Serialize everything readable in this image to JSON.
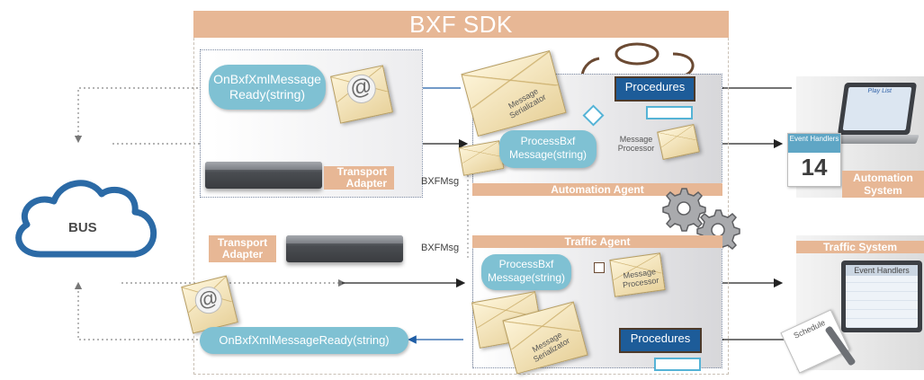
{
  "title": "BXF SDK",
  "bus": {
    "label": "BUS"
  },
  "transport_adapter_top": {
    "label": "Transport Adapter"
  },
  "transport_adapter_bottom": {
    "label": "Transport Adapter"
  },
  "bxfmsg_top": "BXFMsg",
  "bxfmsg_bottom": "BXFMsg",
  "automation_agent": {
    "label": "Automation Agent",
    "bubble": "ProcessBxf Message(string)",
    "procedures": "Procedures",
    "message_serializator": "Message Serializator",
    "message_processor": "Message Processor"
  },
  "traffic_agent": {
    "label": "Traffic Agent",
    "bubble": "ProcessBxf Message(string)",
    "procedures": "Procedures",
    "message_serializator": "Message Serializator",
    "message_processor": "Message Processor"
  },
  "bubble_top": "OnBxfXmlMessage Ready(string)",
  "bubble_bottom": "OnBxfXmlMessageReady(string)",
  "automation_system": {
    "label": "Automation System",
    "event_handlers": "Event Handlers",
    "calendar_day": "14",
    "screen_text": "Play List"
  },
  "traffic_system": {
    "label": "Traffic System",
    "event_handlers": "Event Handlers",
    "schedule": "Schedule"
  },
  "colors": {
    "accent": "#e7b795",
    "bubble": "#7fc1d3",
    "procedures": "#1d5c99",
    "arrow_blue": "#1f5ea6",
    "cloud": "#2b6aa6"
  }
}
